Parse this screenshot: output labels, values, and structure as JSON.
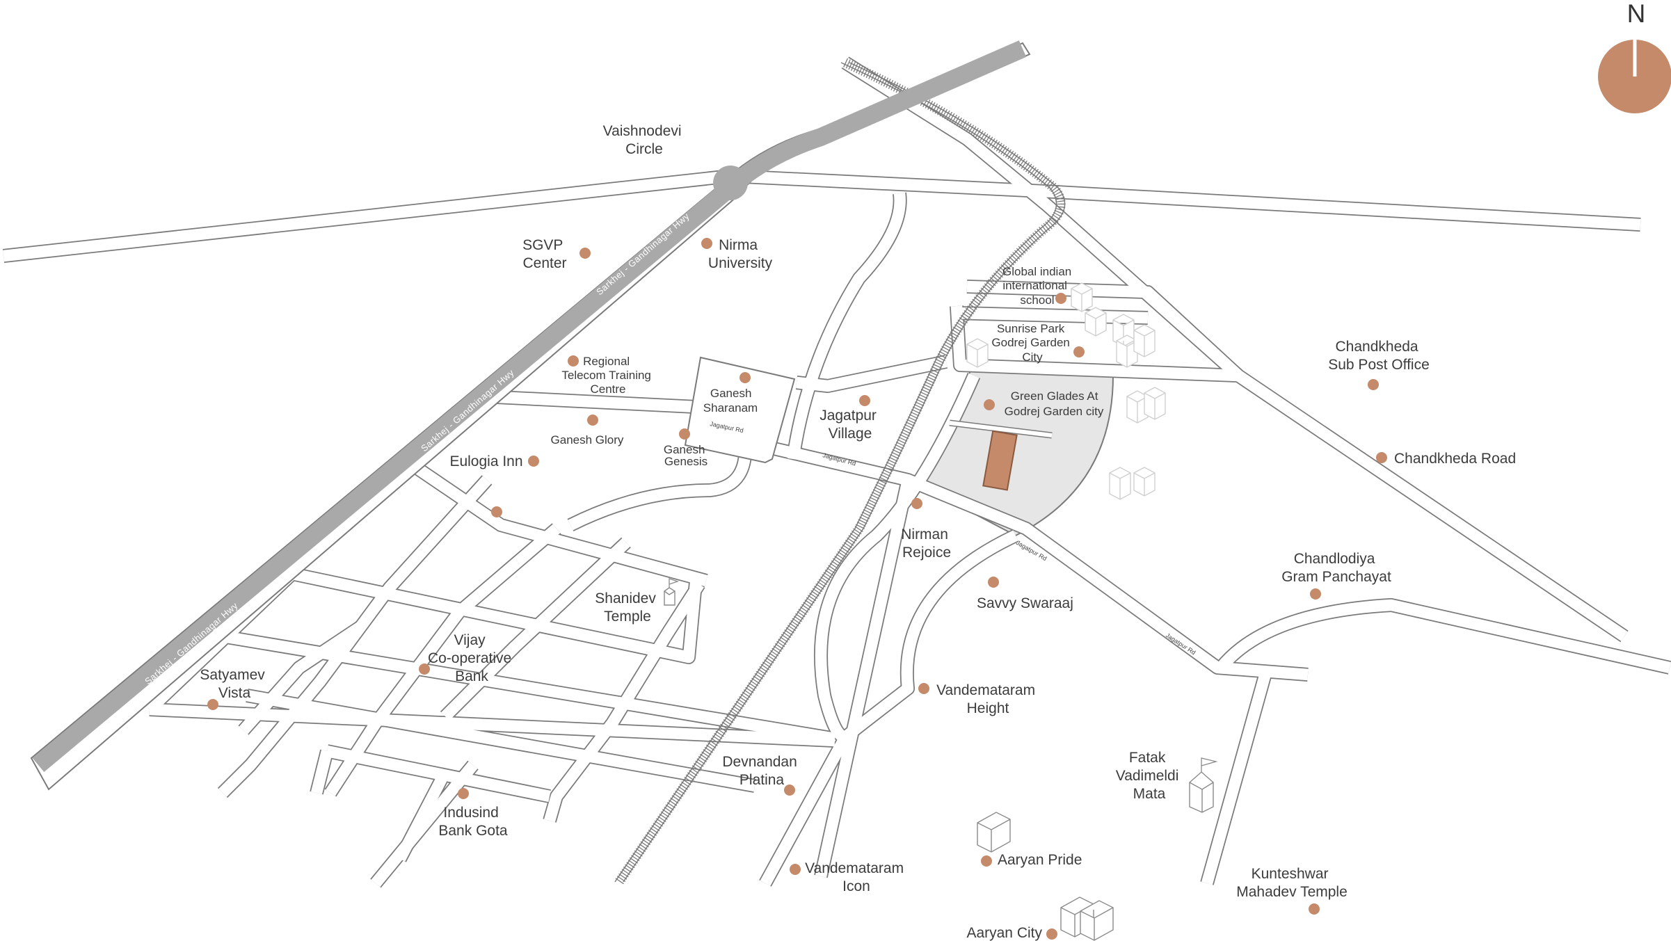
{
  "compass": {
    "letter": "N"
  },
  "colors": {
    "marker": "#c48a6a",
    "highway": "#a9a9a9",
    "project_site": "#c48a6a",
    "project_area": "#e6e6e6",
    "road_outline": "#7a7a7a"
  },
  "highway": {
    "labels": [
      "Sarkhej - Gandhinagar Hwy",
      "Sarkhej - Gandhinagar Hwy",
      "Sarkhej - Gandhinagar Hwy"
    ]
  },
  "road_labels": [
    "Jagatpur Rd",
    "Jagatpur Rd",
    "Jagatpur Rd",
    "Jagatpur Rd"
  ],
  "project": {
    "name": [
      "Green Glades At",
      "Godrej Garden city"
    ]
  },
  "landmarks": {
    "vaishnodevi": [
      "Vaishnodevi",
      "Circle"
    ],
    "sgvp": [
      "SGVP",
      "Center"
    ],
    "nirma": [
      "Nirma",
      "University"
    ],
    "regional": [
      "Regional",
      "Telecom Training",
      "Centre"
    ],
    "ganesh_sharanam": [
      "Ganesh",
      "Sharanam"
    ],
    "ganesh_glory": [
      "Ganesh Glory"
    ],
    "ganesh_genesis": [
      "Ganesh",
      "Genesis"
    ],
    "eulogia": [
      "Eulogia Inn"
    ],
    "jagatpur_village": [
      "Jagatpur",
      "Village"
    ],
    "global_school": [
      "Global indian",
      "international",
      "school"
    ],
    "sunrise": [
      "Sunrise Park",
      "Godrej Garden",
      "City"
    ],
    "chandkheda_po": [
      "Chandkheda",
      "Sub Post Office"
    ],
    "chandkheda_road": [
      "Chandkheda Road"
    ],
    "nirman": [
      "Nirman",
      "Rejoice"
    ],
    "savvy": [
      "Savvy Swaraaj"
    ],
    "chandlodiya": [
      "Chandlodiya",
      "Gram Panchayat"
    ],
    "shanidev": [
      "Shanidev",
      "Temple"
    ],
    "vijay_bank": [
      "Vijay",
      "Co-operative",
      "Bank"
    ],
    "satyamev": [
      "Satyamev",
      "Vista"
    ],
    "vandemataram_height": [
      "Vandemataram",
      "Height"
    ],
    "devnandan": [
      "Devnandan",
      "Platina"
    ],
    "indusind": [
      "Indusind",
      "Bank Gota"
    ],
    "fatak": [
      "Fatak",
      "Vadimeldi",
      "Mata"
    ],
    "aaryan_pride": [
      "Aaryan Pride"
    ],
    "vandemataram_icon": [
      "Vandemataram",
      "Icon"
    ],
    "kunteshwar": [
      "Kunteshwar",
      "Mahadev Temple"
    ],
    "aaryan_city": [
      "Aaryan City"
    ]
  }
}
